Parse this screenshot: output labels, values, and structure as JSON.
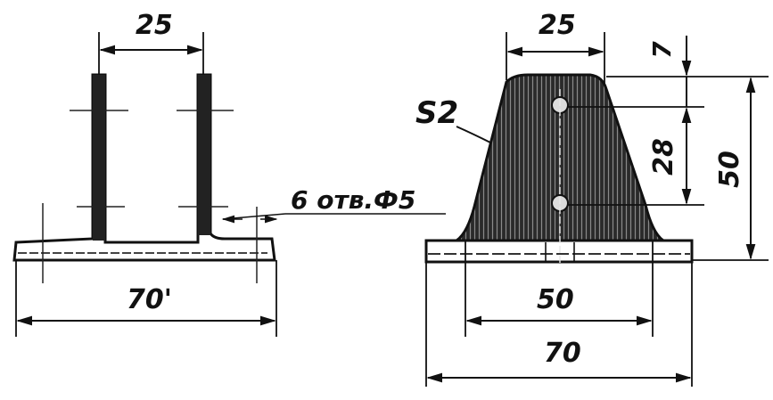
{
  "front_view": {
    "dim_top_width": "25",
    "dim_overall_width": "70'",
    "hole_note": "6 отв.Ф5"
  },
  "side_view": {
    "material_label": "S2",
    "dim_top_width": "25",
    "dim_top_offset": "7",
    "dim_hole_spacing": "28",
    "dim_height": "50",
    "dim_hole_base_span": "50",
    "dim_overall_width": "70"
  }
}
